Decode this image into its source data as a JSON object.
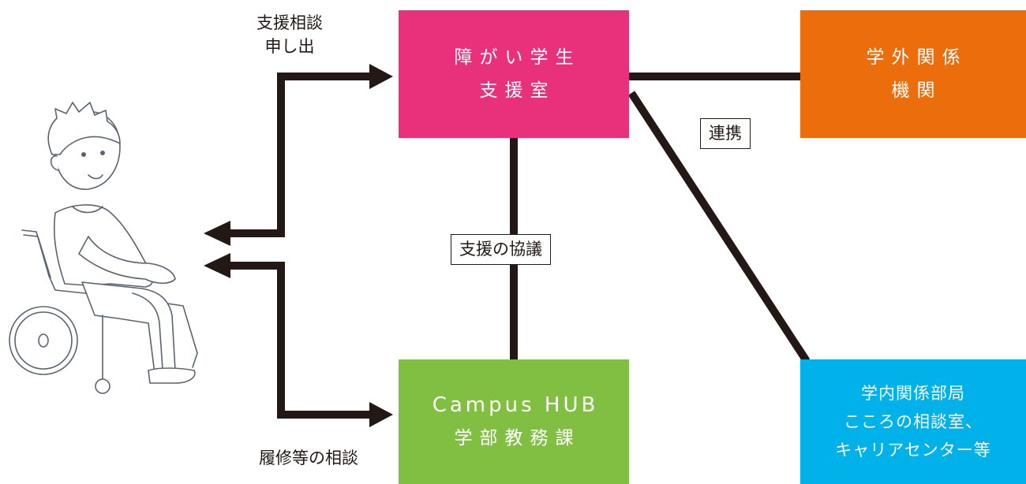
{
  "colors": {
    "line": "#231815",
    "box_support_office": "#e8317a",
    "box_external": "#ec6d0c",
    "box_campus_hub": "#80bf41",
    "box_internal": "#00b2e9"
  },
  "boxes": {
    "support_office": {
      "line1": "障がい学生",
      "line2": "支援室"
    },
    "external": {
      "line1": "学外関係",
      "line2": "機関"
    },
    "campus_hub": {
      "line1": "Campus HUB",
      "line2": "学部教務課"
    },
    "internal": {
      "line1": "学内関係部局",
      "line2": "こころの相談室、",
      "line3": "キャリアセンター等"
    }
  },
  "labels": {
    "consult_request_line1": "支援相談",
    "consult_request_line2": "申し出",
    "course_consult": "履修等の相談",
    "support_discussion": "支援の協議",
    "cooperation": "連携"
  },
  "figure": {
    "icon": "wheelchair-user-illustration"
  }
}
